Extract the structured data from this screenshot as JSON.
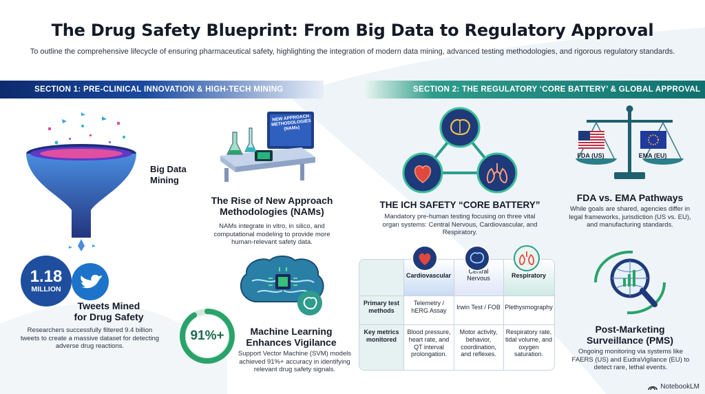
{
  "title": "The Drug Safety Blueprint: From Big Data to Regulatory Approval",
  "subtitle": "To outline the comprehensive lifecycle of ensuring pharmaceutical safety, highlighting the integration of modern data mining, advanced testing methodologies, and rigorous regulatory standards.",
  "section1": {
    "label": "SECTION 1: PRE-CLINICAL INNOVATION & HIGH-TECH MINING"
  },
  "section2": {
    "label": "SECTION 2: THE REGULATORY ‘CORE BATTERY’ & GLOBAL APPROVAL"
  },
  "big_data": {
    "label_line1": "Big Data",
    "label_line2": "Mining"
  },
  "tweets": {
    "stat_number": "1.18",
    "stat_unit": "MILLION",
    "title_line1": "Tweets Mined",
    "title_line2": "for Drug Safety",
    "body": "Researchers successfully filtered 9.4 billion tweets to create a massive dataset for detecting adverse drug reactions."
  },
  "nams": {
    "screen_text": "NEW APPROACH METHODOLOGIES (NAMs)",
    "title_line1": "The Rise of New Approach",
    "title_line2": "Methodologies (NAMs)",
    "body": "NAMs integrate in vitro, in silico, and computational modeling to provide more human-relevant safety data."
  },
  "ml": {
    "percent": "91%+",
    "percent_value": 91,
    "title_line1": "Machine Learning",
    "title_line2": "Enhances Vigilance",
    "body": "Support Vector Machine (SVM) models achieved 91%+ accuracy in identifying relevant drug safety signals."
  },
  "ich": {
    "title": "THE ICH SAFETY “CORE BATTERY”",
    "body": "Mandatory pre-human testing focusing on three vital organ systems: Central Nervous, Cardiovascular, and Respiratory."
  },
  "table": {
    "columns": [
      "Cardiovascular",
      "Central Nervous",
      "Respiratory"
    ],
    "rows": [
      {
        "label": "Primary test methods",
        "values": [
          "Telemetry / hERG Assay",
          "Irwin Test / FOB",
          "Plethysmography"
        ]
      },
      {
        "label": "Key metrics monitored",
        "values": [
          "Blood pressure, heart rate, and QT interval prolongation.",
          "Motor activity, behavior, coordination, and reflexes.",
          "Respiratory rate, tidal volume, and oxygen saturation."
        ]
      }
    ]
  },
  "fda_ema": {
    "left_label": "FDA (US)",
    "right_label": "EMA (EU)",
    "title": "FDA vs. EMA Pathways",
    "body": "While goals are shared, agencies differ in legal frameworks, jurisdiction (US vs. EU), and manufacturing standards."
  },
  "pms": {
    "title_line1": "Post-Marketing",
    "title_line2": "Surveillance (PMS)",
    "body": "Ongoing monitoring via systems like FAERS (US) and EudraVigilance (EU) to detect rare, lethal events."
  },
  "brand": "NotebookLM",
  "colors": {
    "navy": "#0d2a6e",
    "teal": "#10706f",
    "blue": "#2f6fd0",
    "green": "#2aa36a"
  }
}
